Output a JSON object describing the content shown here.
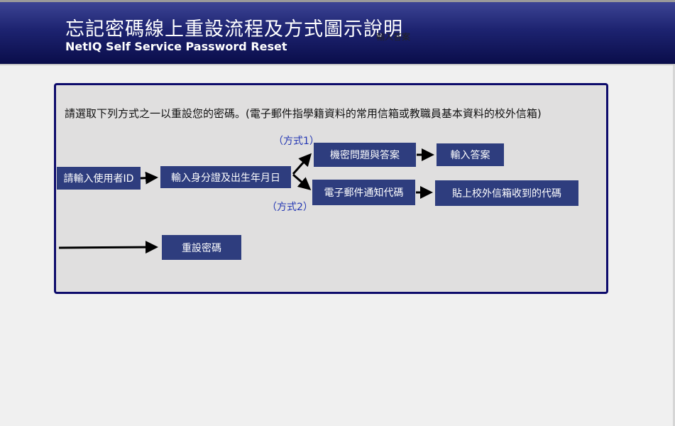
{
  "header": {
    "title": "忘記密碼線上重設流程及方式圖示說明",
    "subtitle": "NetIQ Self Service Password Reset",
    "overlap_text": "輸入答案"
  },
  "panel": {
    "intro": "請選取下列方式之一以重設您的密碼。(電子郵件指學籍資料的常用信箱或教職員基本資料的校外信箱)"
  },
  "flow": {
    "step_userid": "請輸入使用者ID",
    "step_id_birth": "輸入身分證及出生年月日",
    "method1_label": "（方式1）",
    "method2_label": "（方式2）",
    "method1_step": "機密問題與答案",
    "method1_next": "輸入答案",
    "method2_step": "電子郵件通知代碼",
    "method2_next": "貼上校外信箱收到的代碼",
    "final_step": "重設密碼"
  },
  "colors": {
    "header_top": "#3c4494",
    "header_bottom": "#0a0d4a",
    "panel_border": "#0d0b6b",
    "panel_bg": "#e0dfdf",
    "box_bg": "#2e3d7e",
    "method_text": "#2437b3"
  }
}
